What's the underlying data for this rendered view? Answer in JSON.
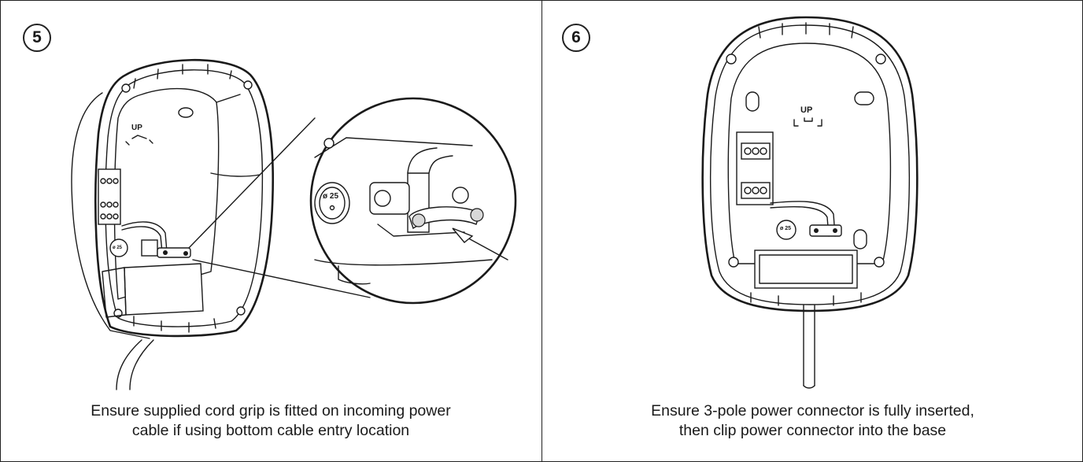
{
  "steps": [
    {
      "number": "5",
      "caption_line1": "Ensure supplied cord grip is fitted on incoming power",
      "caption_line2": "cable if using bottom cable entry location",
      "labels": {
        "up": "UP",
        "hole": "ø 25"
      }
    },
    {
      "number": "6",
      "caption_line1": "Ensure 3-pole power connector is fully inserted,",
      "caption_line2": "then clip power connector into the base",
      "labels": {
        "up": "UP",
        "hole": "ø 25"
      }
    }
  ]
}
